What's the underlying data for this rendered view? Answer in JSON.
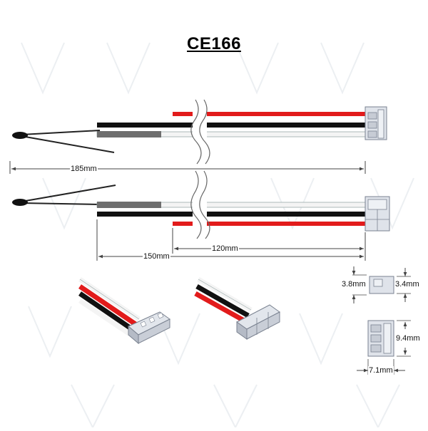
{
  "title": "CE166",
  "dimensions": {
    "overall_length": "185mm",
    "probe_length": "150mm",
    "wire_length": "120mm",
    "pin_pitch": "3.8mm",
    "housing_depth": "3.4mm",
    "housing_height": "9.4mm",
    "housing_width": "7.1mm"
  },
  "colors": {
    "red_wire": "#e21b1b",
    "black_wire": "#111111",
    "white_wire": "#f4f4f4",
    "probe_sleeve": "#6e6e6e",
    "connector": "#dfe3ea",
    "watermark": "#e9ecef"
  }
}
